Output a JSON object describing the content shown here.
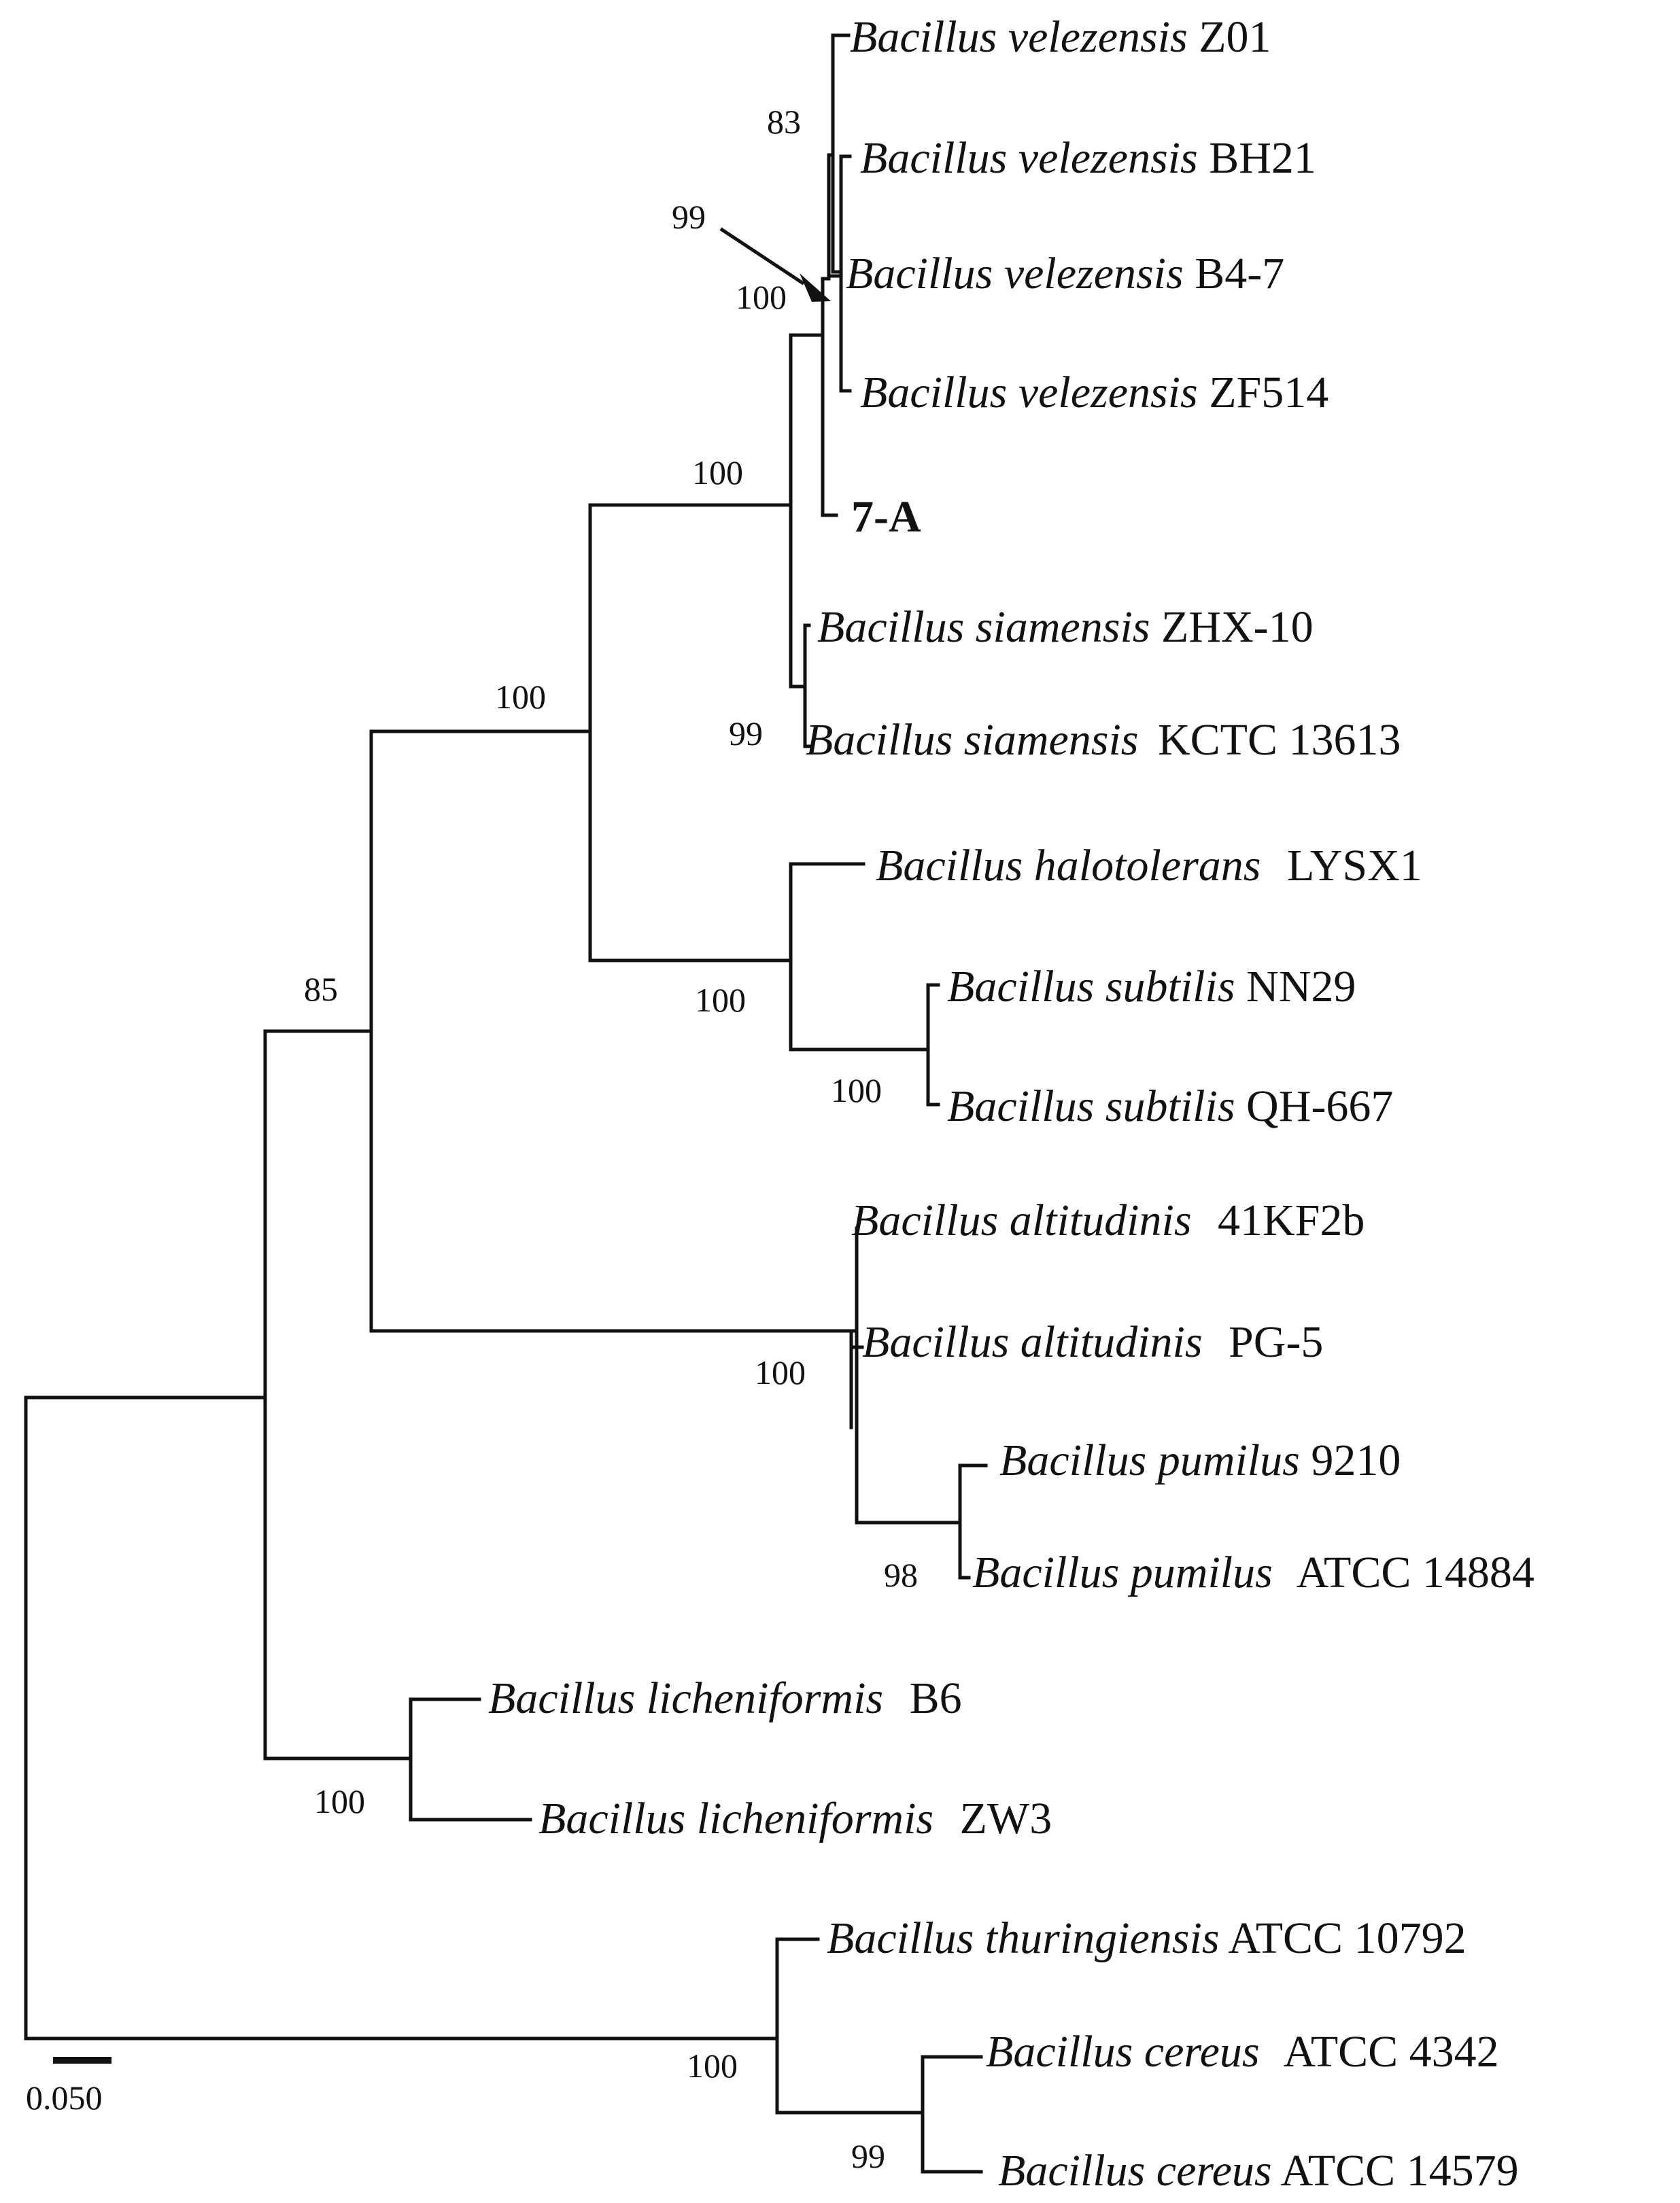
{
  "tree": {
    "taxa": [
      {
        "id": "t01",
        "species": "Bacillus velezensis",
        "strain": "Z01"
      },
      {
        "id": "t02",
        "species": "Bacillus velezensis",
        "strain": "BH21"
      },
      {
        "id": "t03",
        "species": "Bacillus velezensis",
        "strain": "B4-7"
      },
      {
        "id": "t04",
        "species": "Bacillus velezensis",
        "strain": "ZF514"
      },
      {
        "id": "t05",
        "species": "",
        "strain": "7-A",
        "bold": true
      },
      {
        "id": "t06",
        "species": "Bacillus siamensis",
        "strain": "ZHX-10"
      },
      {
        "id": "t07",
        "species": "Bacillus siamensis",
        "strain": "KCTC 13613"
      },
      {
        "id": "t08",
        "species": "Bacillus halotolerans",
        "strain": "LYSX1"
      },
      {
        "id": "t09",
        "species": "Bacillus subtilis",
        "strain": "NN29"
      },
      {
        "id": "t10",
        "species": "Bacillus subtilis",
        "strain": "QH-667"
      },
      {
        "id": "t11",
        "species": "Bacillus altitudinis",
        "strain": "41KF2b"
      },
      {
        "id": "t12",
        "species": "Bacillus altitudinis",
        "strain": "PG-5"
      },
      {
        "id": "t13",
        "species": "Bacillus pumilus",
        "strain": "9210"
      },
      {
        "id": "t14",
        "species": "Bacillus pumilus",
        "strain": "ATCC 14884"
      },
      {
        "id": "t15",
        "species": "Bacillus licheniformis",
        "strain": "B6"
      },
      {
        "id": "t16",
        "species": "Bacillus licheniformis",
        "strain": "ZW3"
      },
      {
        "id": "t17",
        "species": "Bacillus thuringiensis",
        "strain": "ATCC 10792"
      },
      {
        "id": "t18",
        "species": "Bacillus cereus",
        "strain": "ATCC 4342"
      },
      {
        "id": "t19",
        "species": "Bacillus cereus",
        "strain": "ATCC 14579"
      }
    ],
    "bootstrap": [
      {
        "node": "velezensis-clade",
        "value": "83"
      },
      {
        "node": "velezensis-inner",
        "value": "99"
      },
      {
        "node": "velezensis-7A",
        "value": "100"
      },
      {
        "node": "velezensis-siamensis",
        "value": "100"
      },
      {
        "node": "siamensis",
        "value": "99"
      },
      {
        "node": "subtilis-group",
        "value": "100"
      },
      {
        "node": "halotolerans-subtilis",
        "value": "100"
      },
      {
        "node": "subtilis",
        "value": "100"
      },
      {
        "node": "core-group",
        "value": "85"
      },
      {
        "node": "pumilus-group",
        "value": "100"
      },
      {
        "node": "pumilus",
        "value": "98"
      },
      {
        "node": "licheniformis",
        "value": "100"
      },
      {
        "node": "cereus-group",
        "value": "100"
      },
      {
        "node": "cereus",
        "value": "99"
      }
    ],
    "scale_bar": {
      "label": "0.050"
    }
  }
}
